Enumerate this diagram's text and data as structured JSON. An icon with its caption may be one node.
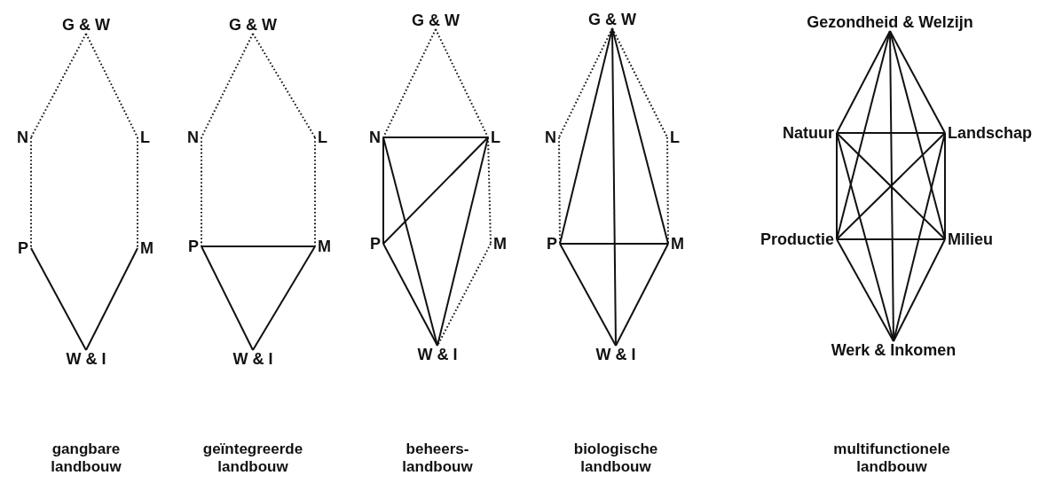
{
  "diagram": {
    "nodes": [
      {
        "text": [
          "G & W"
        ]
      },
      {
        "text": [
          "N"
        ]
      },
      {
        "text": [
          "L"
        ]
      },
      {
        "text": [
          "P"
        ]
      },
      {
        "text": [
          "M"
        ]
      },
      {
        "text": [
          "W & I"
        ]
      },
      {
        "text": [
          "G & W"
        ]
      },
      {
        "text": [
          "N"
        ]
      },
      {
        "text": [
          "L"
        ]
      },
      {
        "text": [
          "P"
        ]
      },
      {
        "text": [
          "M"
        ]
      },
      {
        "text": [
          "W & I"
        ]
      },
      {
        "text": [
          "G & W"
        ]
      },
      {
        "text": [
          "N"
        ]
      },
      {
        "text": [
          "L"
        ]
      },
      {
        "text": [
          "P"
        ]
      },
      {
        "text": [
          "M"
        ]
      },
      {
        "text": [
          "W & I"
        ]
      },
      {
        "text": [
          "G & W"
        ]
      },
      {
        "text": [
          "N"
        ]
      },
      {
        "text": [
          "L"
        ]
      },
      {
        "text": [
          "P"
        ]
      },
      {
        "text": [
          "M"
        ]
      },
      {
        "text": [
          "W & I"
        ]
      },
      {
        "text": [
          "Gezondheid & Welzijn"
        ]
      },
      {
        "text": [
          "Natuur"
        ]
      },
      {
        "text": [
          "Landschap"
        ]
      },
      {
        "text": [
          "Productie"
        ]
      },
      {
        "text": [
          "Milieu"
        ]
      },
      {
        "text": [
          "Werk & Inkomen"
        ]
      }
    ],
    "edges": [
      {
        "from": 0,
        "to": 1,
        "arrow": "none",
        "style": "dashed"
      },
      {
        "from": 0,
        "to": 2,
        "arrow": "none",
        "style": "dashed"
      },
      {
        "from": 1,
        "to": 3,
        "arrow": "none",
        "style": "dashed"
      },
      {
        "from": 2,
        "to": 4,
        "arrow": "none",
        "style": "dashed"
      },
      {
        "from": 3,
        "to": 5,
        "arrow": "none"
      },
      {
        "from": 4,
        "to": 5,
        "arrow": "none"
      },
      {
        "from": 6,
        "to": 7,
        "arrow": "none",
        "style": "dashed"
      },
      {
        "from": 6,
        "to": 8,
        "arrow": "none",
        "style": "dashed"
      },
      {
        "from": 7,
        "to": 9,
        "arrow": "none",
        "style": "dashed"
      },
      {
        "from": 8,
        "to": 10,
        "arrow": "none",
        "style": "dashed"
      },
      {
        "from": 9,
        "to": 10,
        "arrow": "none"
      },
      {
        "from": 9,
        "to": 11,
        "arrow": "none"
      },
      {
        "from": 10,
        "to": 11,
        "arrow": "none"
      },
      {
        "from": 12,
        "to": 13,
        "arrow": "none",
        "style": "dashed"
      },
      {
        "from": 12,
        "to": 14,
        "arrow": "none",
        "style": "dashed"
      },
      {
        "from": 13,
        "to": 14,
        "arrow": "none"
      },
      {
        "from": 13,
        "to": 15,
        "arrow": "none"
      },
      {
        "from": 14,
        "to": 15,
        "arrow": "none"
      },
      {
        "from": 13,
        "to": 17,
        "arrow": "none"
      },
      {
        "from": 14,
        "to": 17,
        "arrow": "none"
      },
      {
        "from": 15,
        "to": 17,
        "arrow": "none"
      },
      {
        "from": 14,
        "to": 16,
        "arrow": "none",
        "style": "dashed"
      },
      {
        "from": 16,
        "to": 17,
        "arrow": "none",
        "style": "dashed"
      },
      {
        "from": 18,
        "to": 19,
        "arrow": "none",
        "style": "dashed"
      },
      {
        "from": 18,
        "to": 20,
        "arrow": "none",
        "style": "dashed"
      },
      {
        "from": 19,
        "to": 21,
        "arrow": "none",
        "style": "dashed"
      },
      {
        "from": 20,
        "to": 22,
        "arrow": "none",
        "style": "dashed"
      },
      {
        "from": 18,
        "to": 21,
        "arrow": "none"
      },
      {
        "from": 18,
        "to": 22,
        "arrow": "none"
      },
      {
        "from": 18,
        "to": 23,
        "arrow": "none"
      },
      {
        "from": 21,
        "to": 22,
        "arrow": "none"
      },
      {
        "from": 21,
        "to": 23,
        "arrow": "none"
      },
      {
        "from": 22,
        "to": 23,
        "arrow": "none"
      },
      {
        "from": 24,
        "to": 25,
        "arrow": "none"
      },
      {
        "from": 24,
        "to": 26,
        "arrow": "none"
      },
      {
        "from": 24,
        "to": 27,
        "arrow": "none"
      },
      {
        "from": 24,
        "to": 28,
        "arrow": "none"
      },
      {
        "from": 24,
        "to": 29,
        "arrow": "none"
      },
      {
        "from": 25,
        "to": 26,
        "arrow": "none"
      },
      {
        "from": 25,
        "to": 27,
        "arrow": "none"
      },
      {
        "from": 25,
        "to": 28,
        "arrow": "none"
      },
      {
        "from": 25,
        "to": 29,
        "arrow": "none"
      },
      {
        "from": 26,
        "to": 27,
        "arrow": "none"
      },
      {
        "from": 26,
        "to": 28,
        "arrow": "none"
      },
      {
        "from": 26,
        "to": 29,
        "arrow": "none"
      },
      {
        "from": 27,
        "to": 28,
        "arrow": "none"
      },
      {
        "from": 27,
        "to": 29,
        "arrow": "none"
      },
      {
        "from": 28,
        "to": 29,
        "arrow": "none"
      }
    ],
    "labels": [
      "gangbare landbouw",
      "geïntegreerde landbouw",
      "beheers- landbouw",
      "biologische landbouw",
      "multifunctionele landbouw"
    ]
  }
}
